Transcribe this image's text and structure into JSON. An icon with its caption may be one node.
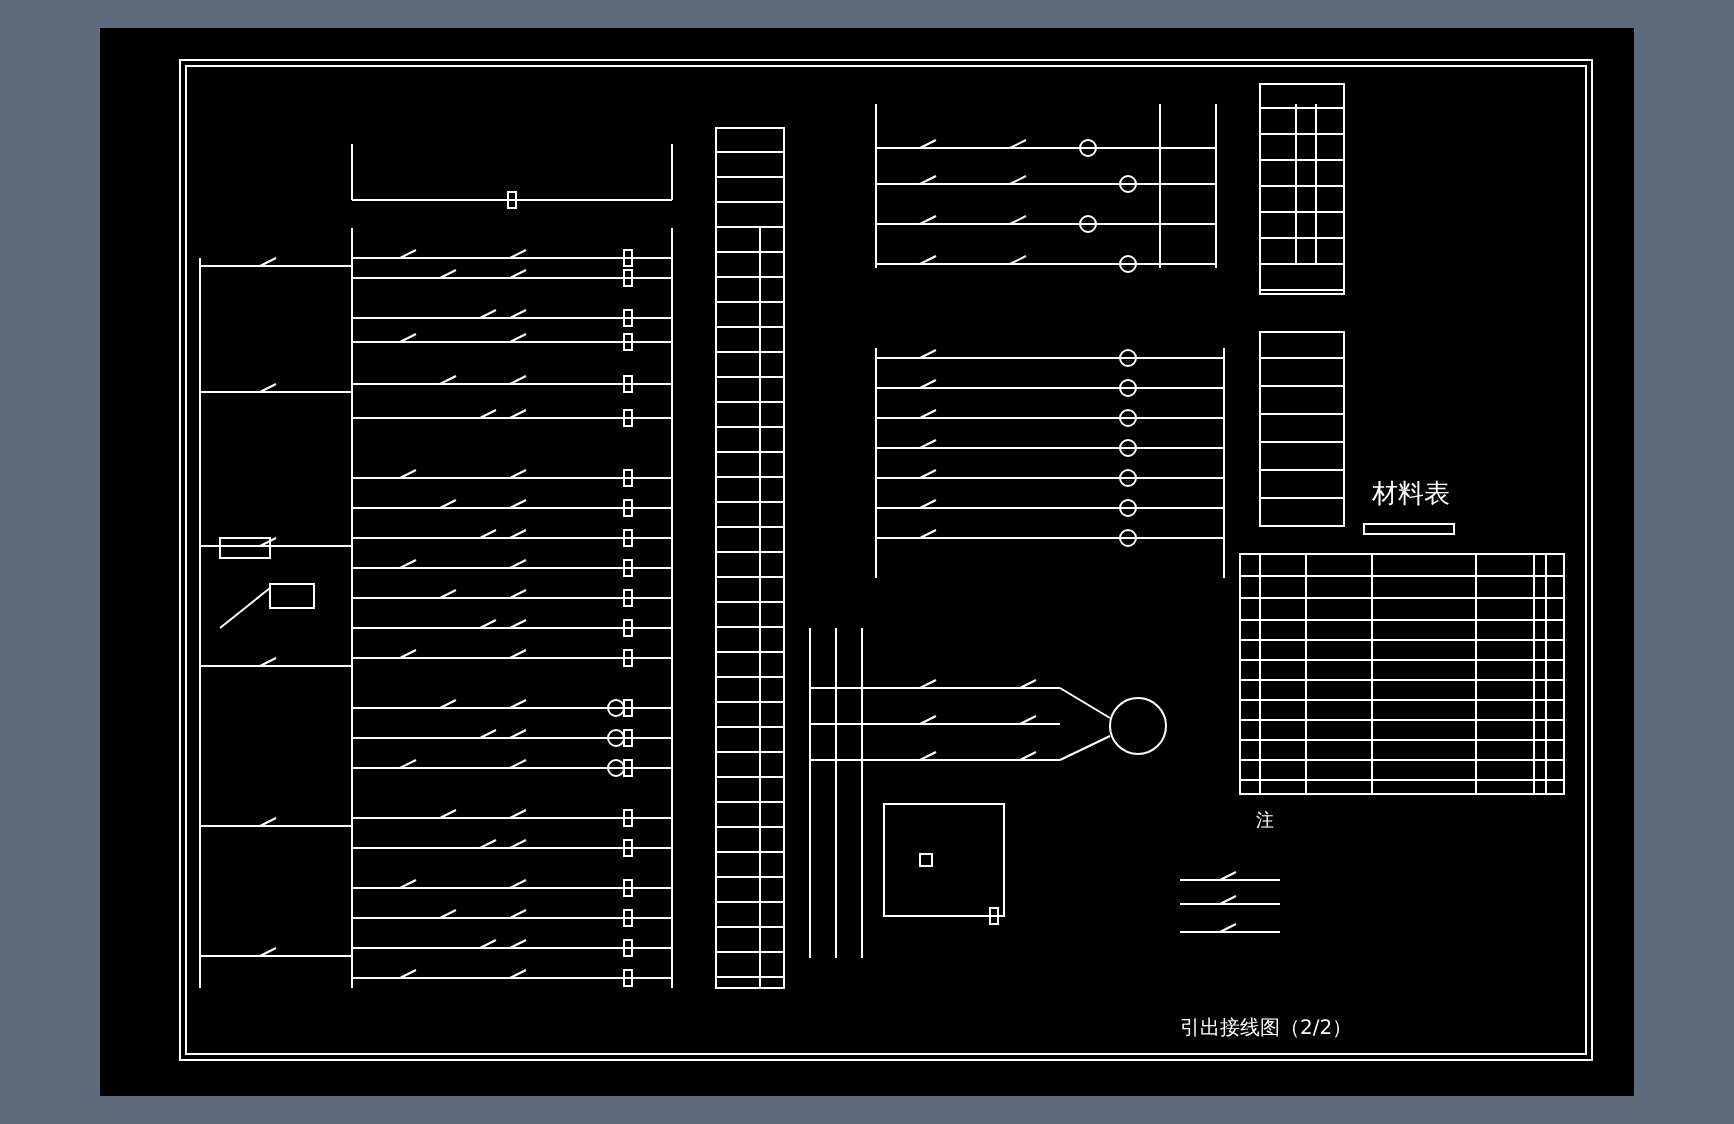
{
  "diagram": {
    "labels": [
      "材料表",
      "注",
      "引出接线图（2/2）"
    ]
  }
}
